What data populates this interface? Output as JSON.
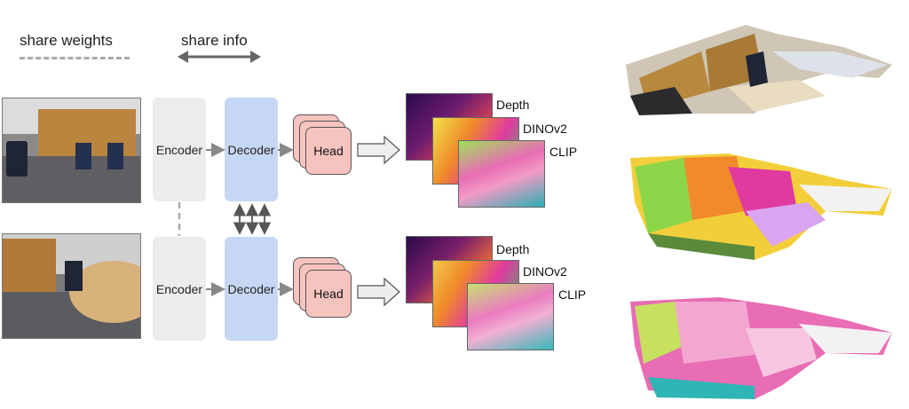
{
  "legend": {
    "share_weights": "share weights",
    "share_info": "share info"
  },
  "rows": [
    {
      "encoder": "Encoder",
      "decoder": "Decoder",
      "head": "Head",
      "outputs": [
        "Depth",
        "DINOv2",
        "CLIP"
      ]
    },
    {
      "encoder": "Encoder",
      "decoder": "Decoder",
      "head": "Head",
      "outputs": [
        "Depth",
        "DINOv2",
        "CLIP"
      ]
    }
  ],
  "colors": {
    "encoder_fill": "#ececec",
    "decoder_fill": "#c6d7f4",
    "head_fill": "#f6c3bf",
    "arrow": "#888888"
  }
}
